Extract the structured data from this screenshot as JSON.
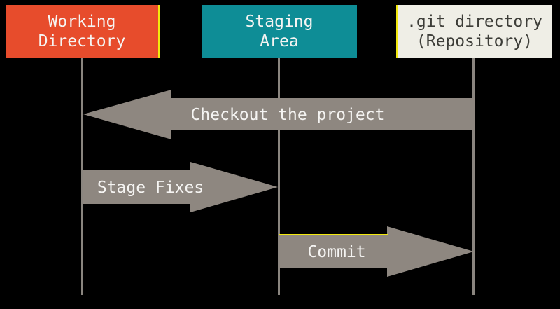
{
  "columns": [
    {
      "name": "working-directory",
      "label_line1": "Working",
      "label_line2": "Directory",
      "color": "#e74c2c"
    },
    {
      "name": "staging-area",
      "label_line1": "Staging",
      "label_line2": "Area",
      "color": "#0e8d96"
    },
    {
      "name": "git-directory",
      "label_line1": ".git directory",
      "label_line2": "(Repository)",
      "color": "#efeee6"
    }
  ],
  "arrows": [
    {
      "name": "checkout",
      "label": "Checkout the project",
      "direction": "left",
      "from": "git-directory",
      "to": "working-directory",
      "color": "#8e8780"
    },
    {
      "name": "stage-fixes",
      "label": "Stage Fixes",
      "direction": "right",
      "from": "working-directory",
      "to": "staging-area",
      "color": "#8e8780"
    },
    {
      "name": "commit",
      "label": "Commit",
      "direction": "right",
      "from": "staging-area",
      "to": "git-directory",
      "color": "#8e8780"
    }
  ],
  "colors": {
    "background": "#000000",
    "lifeline": "#8a857f",
    "arrow": "#8e8780",
    "accent_yellow": "#f2e80e",
    "text_light": "#f5f4f2",
    "text_dark": "#3d3d38"
  }
}
